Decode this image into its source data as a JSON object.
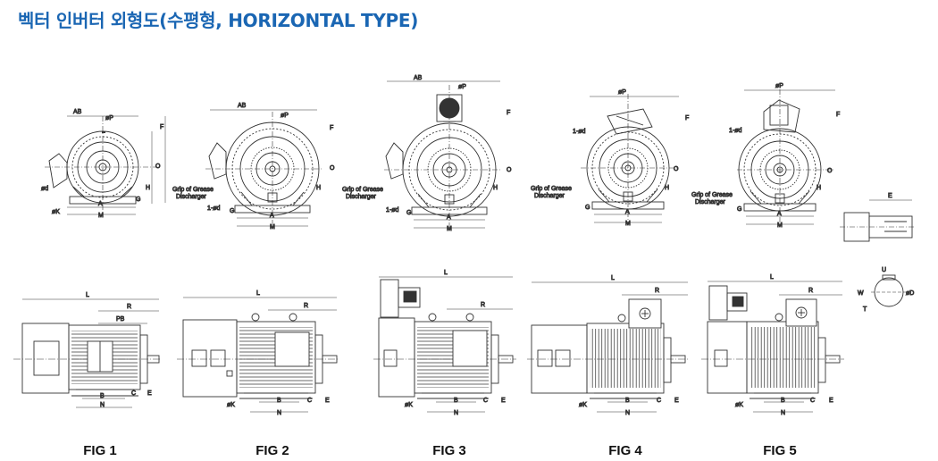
{
  "title": "벡터 인버터 외형도(수평형, HORIZONTAL TYPE)",
  "figures": [
    {
      "label": "FIG 1",
      "front_dims": [
        "AB",
        "øP",
        "F",
        "O",
        "H",
        "G",
        "ød",
        "A",
        "M",
        "øK"
      ],
      "side_dims": [
        "L",
        "R",
        "PB",
        "B",
        "N",
        "C",
        "E"
      ]
    },
    {
      "label": "FIG 2",
      "front_dims": [
        "AB",
        "øP",
        "F",
        "O",
        "H",
        "G",
        "1-ød",
        "A",
        "M"
      ],
      "side_dims": [
        "L",
        "R",
        "øK",
        "B",
        "N",
        "C",
        "E"
      ]
    },
    {
      "label": "FIG 3",
      "front_dims": [
        "AB",
        "øP",
        "F",
        "O",
        "H",
        "G",
        "1-ød",
        "A",
        "M"
      ],
      "side_dims": [
        "L",
        "R",
        "øK",
        "B",
        "N",
        "C",
        "E"
      ]
    },
    {
      "label": "FIG 4",
      "front_dims": [
        "øP",
        "F",
        "1-ød",
        "O",
        "H",
        "G",
        "A",
        "M"
      ],
      "side_dims": [
        "L",
        "R",
        "øK",
        "B",
        "N",
        "C",
        "E"
      ]
    },
    {
      "label": "FIG 5",
      "front_dims": [
        "øP",
        "F",
        "1-ød",
        "O",
        "H",
        "G",
        "A",
        "M"
      ],
      "side_dims": [
        "L",
        "R",
        "øK",
        "B",
        "N",
        "C",
        "E"
      ]
    }
  ],
  "grease_note": {
    "line1": "Grip of Grease",
    "line2": "Discharger"
  },
  "shaft_detail": {
    "end_dims": [
      "E"
    ],
    "section_dims": [
      "U",
      "W",
      "T",
      "øD"
    ]
  }
}
